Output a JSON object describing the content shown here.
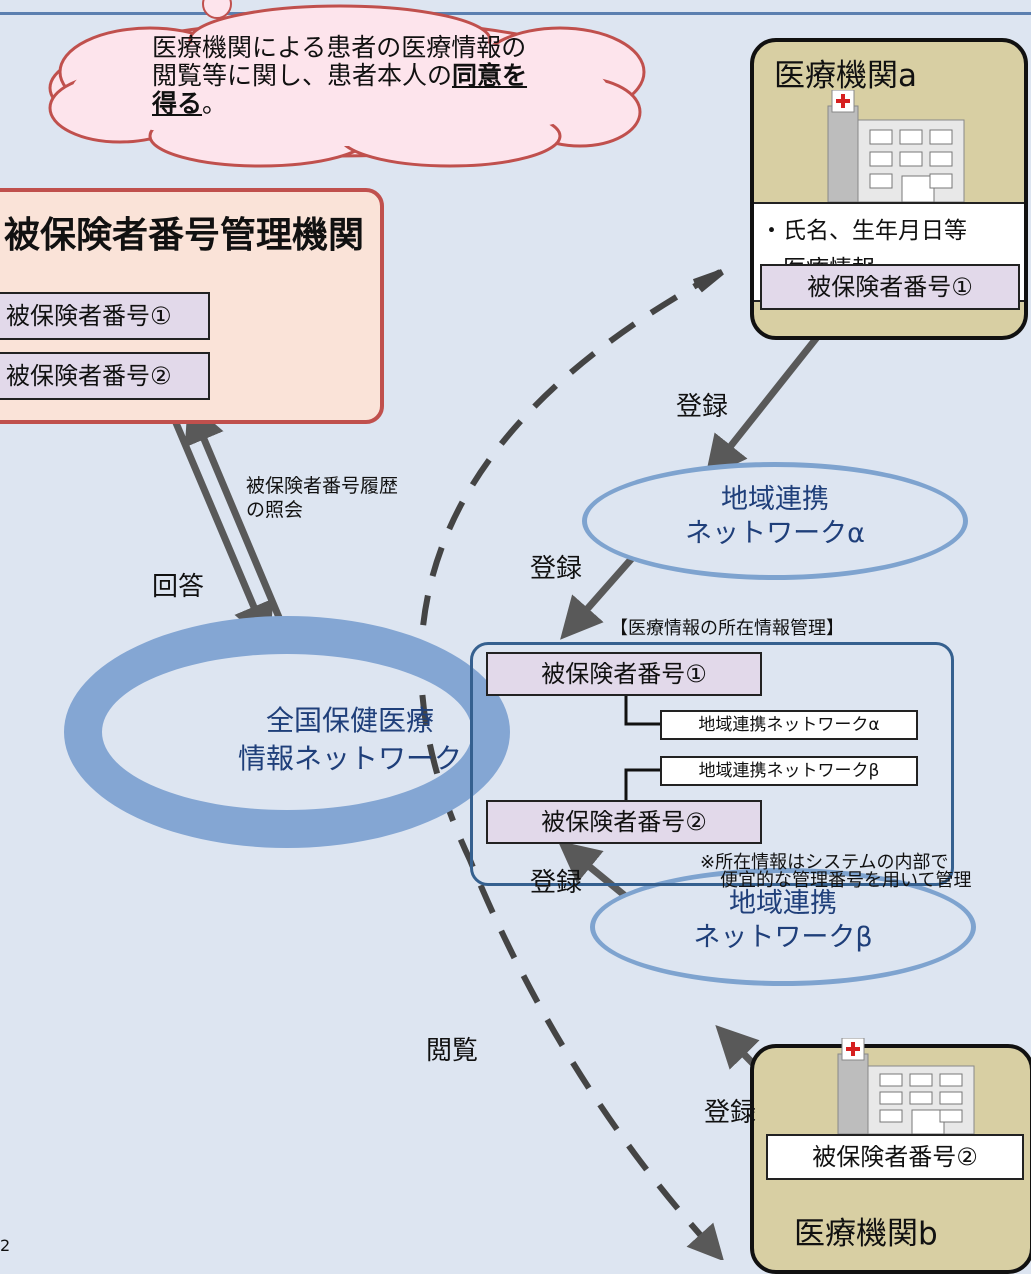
{
  "cloud": {
    "line1": "医療機関による患者の医療情報の",
    "line2": "閲覧等に関し、患者本人の",
    "bold1": "同意を",
    "bold2": "得る",
    "end": "。"
  },
  "hospital_a": {
    "title": "医療機関a",
    "info1": "・氏名、生年月日等",
    "info2": "・医療情報",
    "number": "被保険者番号①"
  },
  "hospital_b": {
    "title": "医療機関b",
    "number": "被保険者番号②"
  },
  "management": {
    "title": "被保険者番号管理機関",
    "number1": "被保険者番号①",
    "number2": "被保険者番号②"
  },
  "networks": {
    "alpha_line1": "地域連携",
    "alpha_line2": "ネットワークα",
    "beta_line1": "地域連携",
    "beta_line2": "ネットワークβ"
  },
  "national": {
    "line1": "全国保健医療",
    "line2": "情報ネットワーク"
  },
  "location": {
    "title": "【医療情報の所在情報管理】",
    "number1": "被保険者番号①",
    "number2": "被保険者番号②",
    "net_alpha": "地域連携ネットワークα",
    "net_beta": "地域連携ネットワークβ",
    "note_line1": "※所在情報はシステムの内部で",
    "note_line2": "便宜的な管理番号を用いて管理"
  },
  "labels": {
    "register_a": "登録",
    "register_alpha": "登録",
    "register_beta": "登録",
    "register_b": "登録",
    "answer": "回答",
    "query_line1": "被保険者番号履歴",
    "query_line2": "の照会",
    "browse": "閲覧"
  },
  "page_number": "2",
  "colors": {
    "background": "#dde5f1",
    "ring": "#84a6d3",
    "hospital": "#d8cfa3",
    "management_fill": "#fae3d8",
    "management_border": "#c0504d",
    "number_fill": "#e2d9ea",
    "arrow": "#595959"
  }
}
